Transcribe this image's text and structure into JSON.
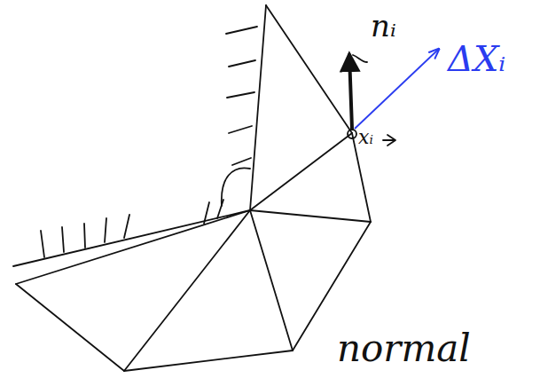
{
  "diagram": {
    "labels": [
      "nᵢ",
      "ΔXᵢ",
      "xᵢ",
      "normal"
    ]
  }
}
